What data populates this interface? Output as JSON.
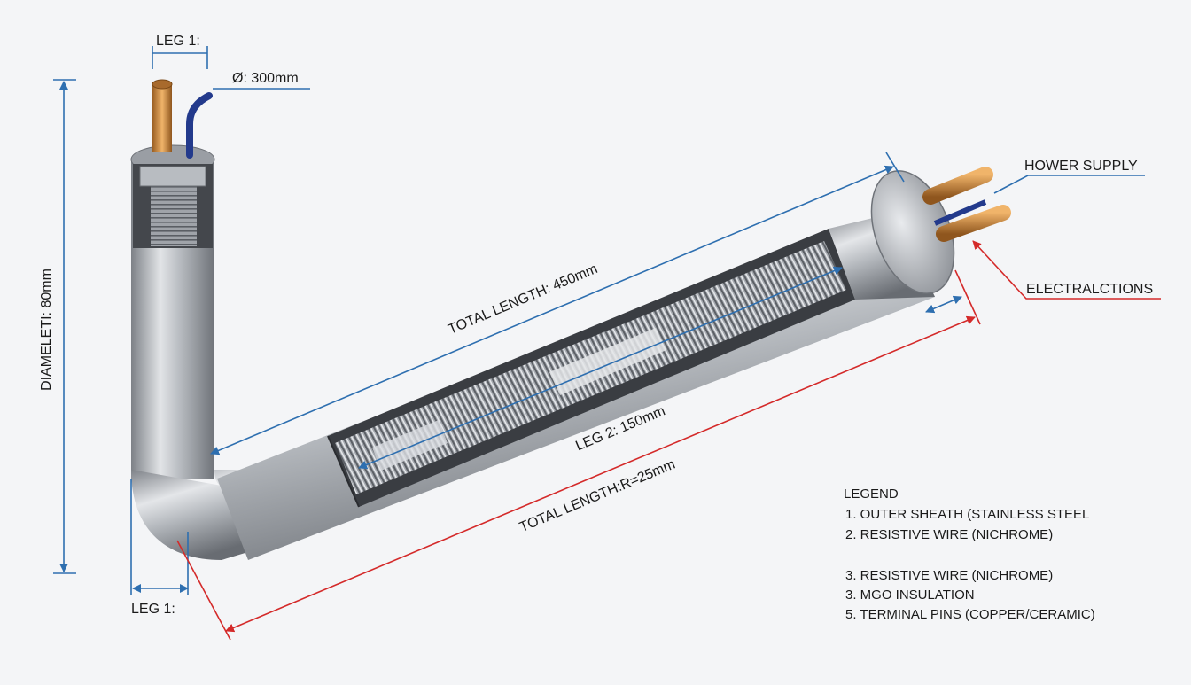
{
  "labels": {
    "leg1_top": "LEG 1:",
    "dia_top": "Ø: 300mm",
    "diameter_side": "DIAMELETI: 80mm",
    "leg1_bottom": "LEG 1:",
    "total_length": "TOTAL LENGTH: 450mm",
    "leg2": "LEG 2: 150mm",
    "total_length_radius": "TOTAL LENGTH:R=25mm",
    "power_supply": "HOWER SUPPLY",
    "electrical": "ELECTRALCTIONS"
  },
  "legend": {
    "title": "LEGEND",
    "items": [
      "1. OUTER SHEATH (STAINLESS STEEL",
      "2. RESISTIVE WIRE (NICHROME)",
      "3. RESISTIVE WIRE (NICHROME)",
      "3. MGO INSULATION",
      "5. TERMINAL PINS (COPPER/CERAMIC)"
    ]
  },
  "colors": {
    "blue_dimension": "#2e6fb0",
    "red_dimension": "#d42a2a",
    "steel": "#a9adb3",
    "copper": "#c8873a",
    "wire_insulation": "#233a8c"
  }
}
